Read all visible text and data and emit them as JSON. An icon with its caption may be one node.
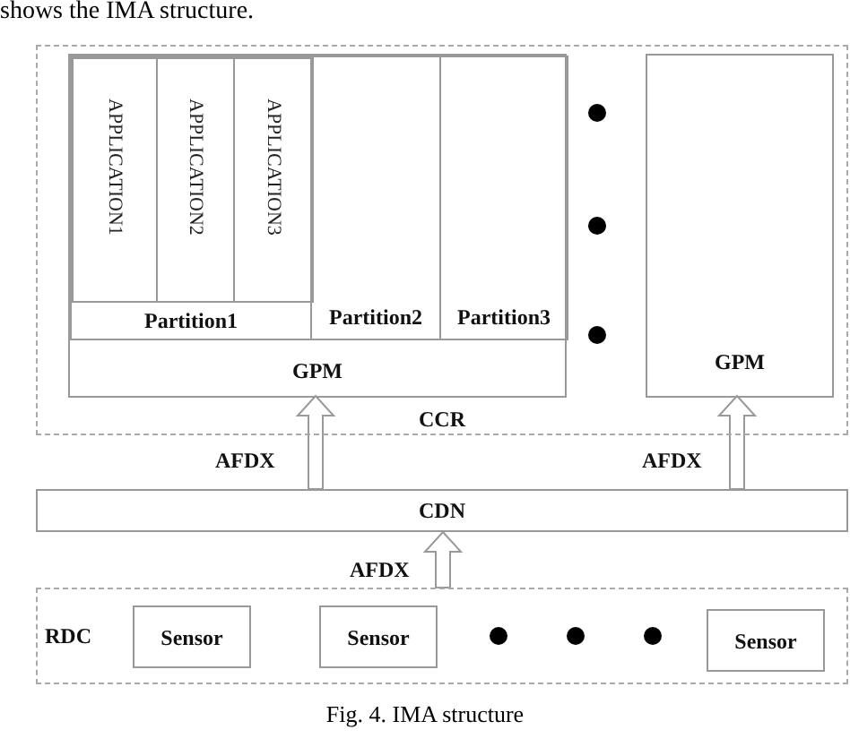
{
  "diagram": {
    "caption": "Fig. 4.  IMA structure",
    "nodes": [
      {
        "text": [
          "CCR"
        ]
      },
      {
        "text": [
          "GPM"
        ],
        "in": 0
      },
      {
        "text": [
          "Partition1"
        ],
        "in": 1
      },
      {
        "text": [
          "APPLICATION1"
        ],
        "in": 2
      },
      {
        "text": [
          "APPLICATION2"
        ],
        "in": 2
      },
      {
        "text": [
          "APPLICATION3"
        ],
        "in": 2
      },
      {
        "text": [
          "Partition2"
        ],
        "in": 1
      },
      {
        "text": [
          "Partition3"
        ],
        "in": 1
      },
      {
        "text": [
          "GPM"
        ],
        "in": 0
      },
      {
        "text": [
          "CDN"
        ]
      },
      {
        "text": [
          "RDC"
        ]
      },
      {
        "text": [
          "Sensor"
        ],
        "in": 10
      },
      {
        "text": [
          "Sensor"
        ],
        "in": 10
      },
      {
        "text": [
          "Sensor"
        ],
        "in": 10
      }
    ],
    "edges": [
      {
        "from": 9,
        "to": 1,
        "arrow": "to",
        "label": "AFDX"
      },
      {
        "from": 9,
        "to": 8,
        "arrow": "to",
        "label": "AFDX"
      },
      {
        "from": 10,
        "to": 9,
        "arrow": "to",
        "label": "AFDX"
      }
    ],
    "labels": [
      "shows the IMA structure."
    ]
  }
}
